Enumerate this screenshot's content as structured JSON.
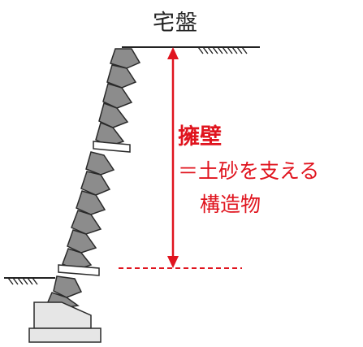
{
  "ground_label": "宅盤",
  "wall": {
    "title": "擁壁",
    "definition_line1": "＝土砂を支える",
    "definition_line2": "構造物"
  },
  "colors": {
    "accent": "#e0141e",
    "stone_fill": "#8c8c8c",
    "stone_outline": "#2a2a2a",
    "base_fill": "#e6e6e6",
    "text": "#222222"
  }
}
